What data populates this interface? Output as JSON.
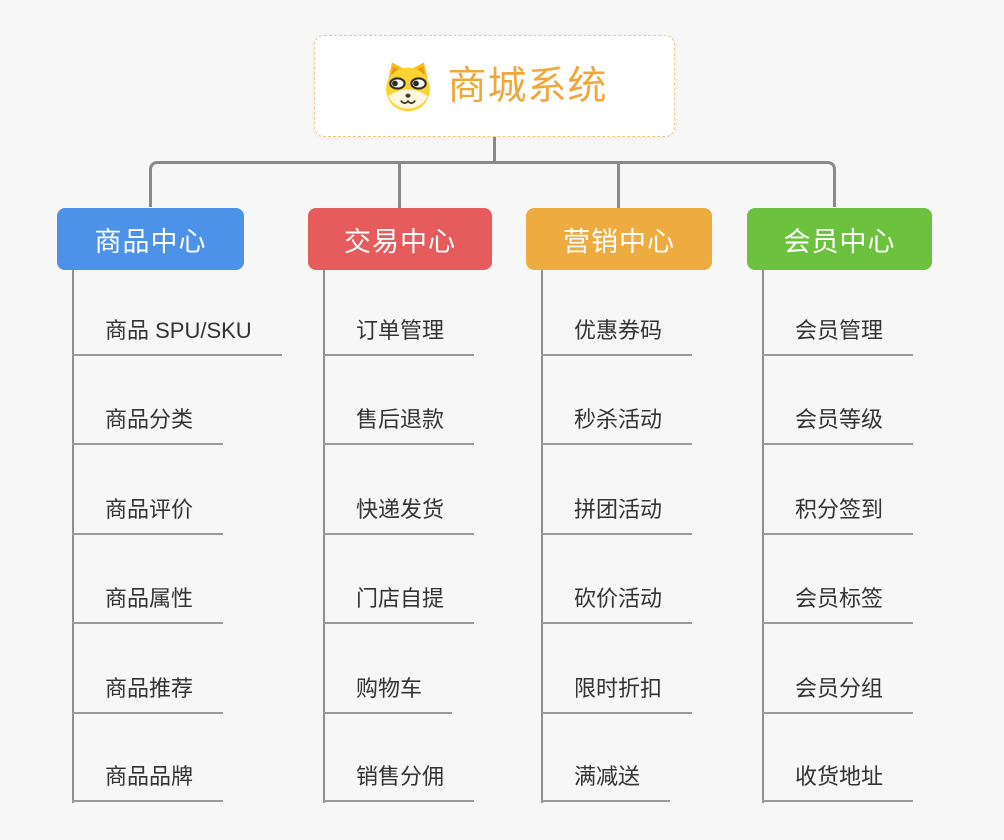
{
  "root": {
    "title": "商城系统",
    "icon": "shiba-dog-icon",
    "text_color": "#f0a83c",
    "border_color": "#f2c786"
  },
  "connector_color": "#8a8a8a",
  "background_color": "#f7f7f7",
  "branches": [
    {
      "label": "商品中心",
      "color": "#4b92e8",
      "items": [
        "商品 SPU/SKU",
        "商品分类",
        "商品评价",
        "商品属性",
        "商品推荐",
        "商品品牌"
      ]
    },
    {
      "label": "交易中心",
      "color": "#e65c5c",
      "items": [
        "订单管理",
        "售后退款",
        "快递发货",
        "门店自提",
        "购物车",
        "销售分佣"
      ]
    },
    {
      "label": "营销中心",
      "color": "#eeac40",
      "items": [
        "优惠券码",
        "秒杀活动",
        "拼团活动",
        "砍价活动",
        "限时折扣",
        "满减送"
      ]
    },
    {
      "label": "会员中心",
      "color": "#6cc13e",
      "items": [
        "会员管理",
        "会员等级",
        "积分签到",
        "会员标签",
        "会员分组",
        "收货地址"
      ]
    }
  ]
}
